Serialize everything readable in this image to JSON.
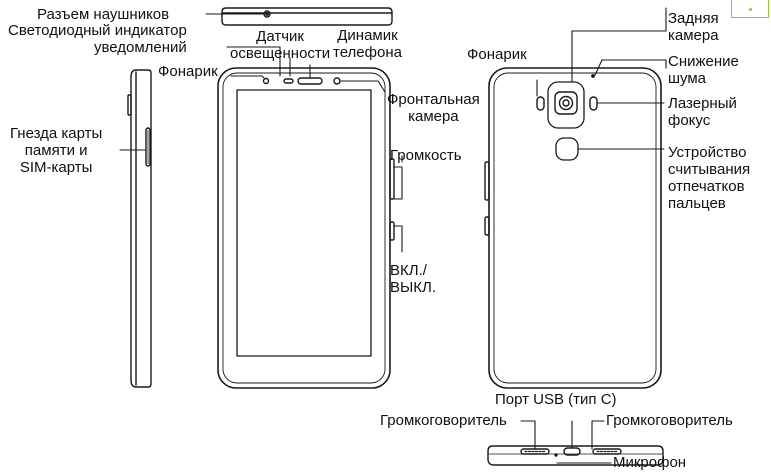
{
  "labels": {
    "headphone_jack": "Разъем наушников",
    "led_indicator": "Светодиодный индикатор\nуведомлений",
    "light_sensor": "Датчик\nосвещенности",
    "phone_speaker": "Динамик\nтелефона",
    "flashlight_front": "Фонарик",
    "front_camera": "Фронтальная\nкамера",
    "card_slot": "Гнезда карты\nпамяти и\nSIM-карты",
    "volume": "Громкость",
    "power": "ВКЛ./\nВЫКЛ.",
    "flashlight_back": "Фонарик",
    "rear_camera": "Задняя\nкамера",
    "noise_reduction": "Снижение\nшума",
    "laser_focus": "Лазерный\nфокус",
    "fingerprint": "Устройство\nсчитывания\nотпечатков\nпальцев",
    "usb_port": "Порт USB (тип C)",
    "speaker_left": "Громкоговоритель",
    "speaker_right": "Громкоговоритель",
    "microphone": "Микрофон"
  },
  "colors": {
    "outline": "#1a1a1a",
    "accent_badge": "#8dc63f"
  }
}
